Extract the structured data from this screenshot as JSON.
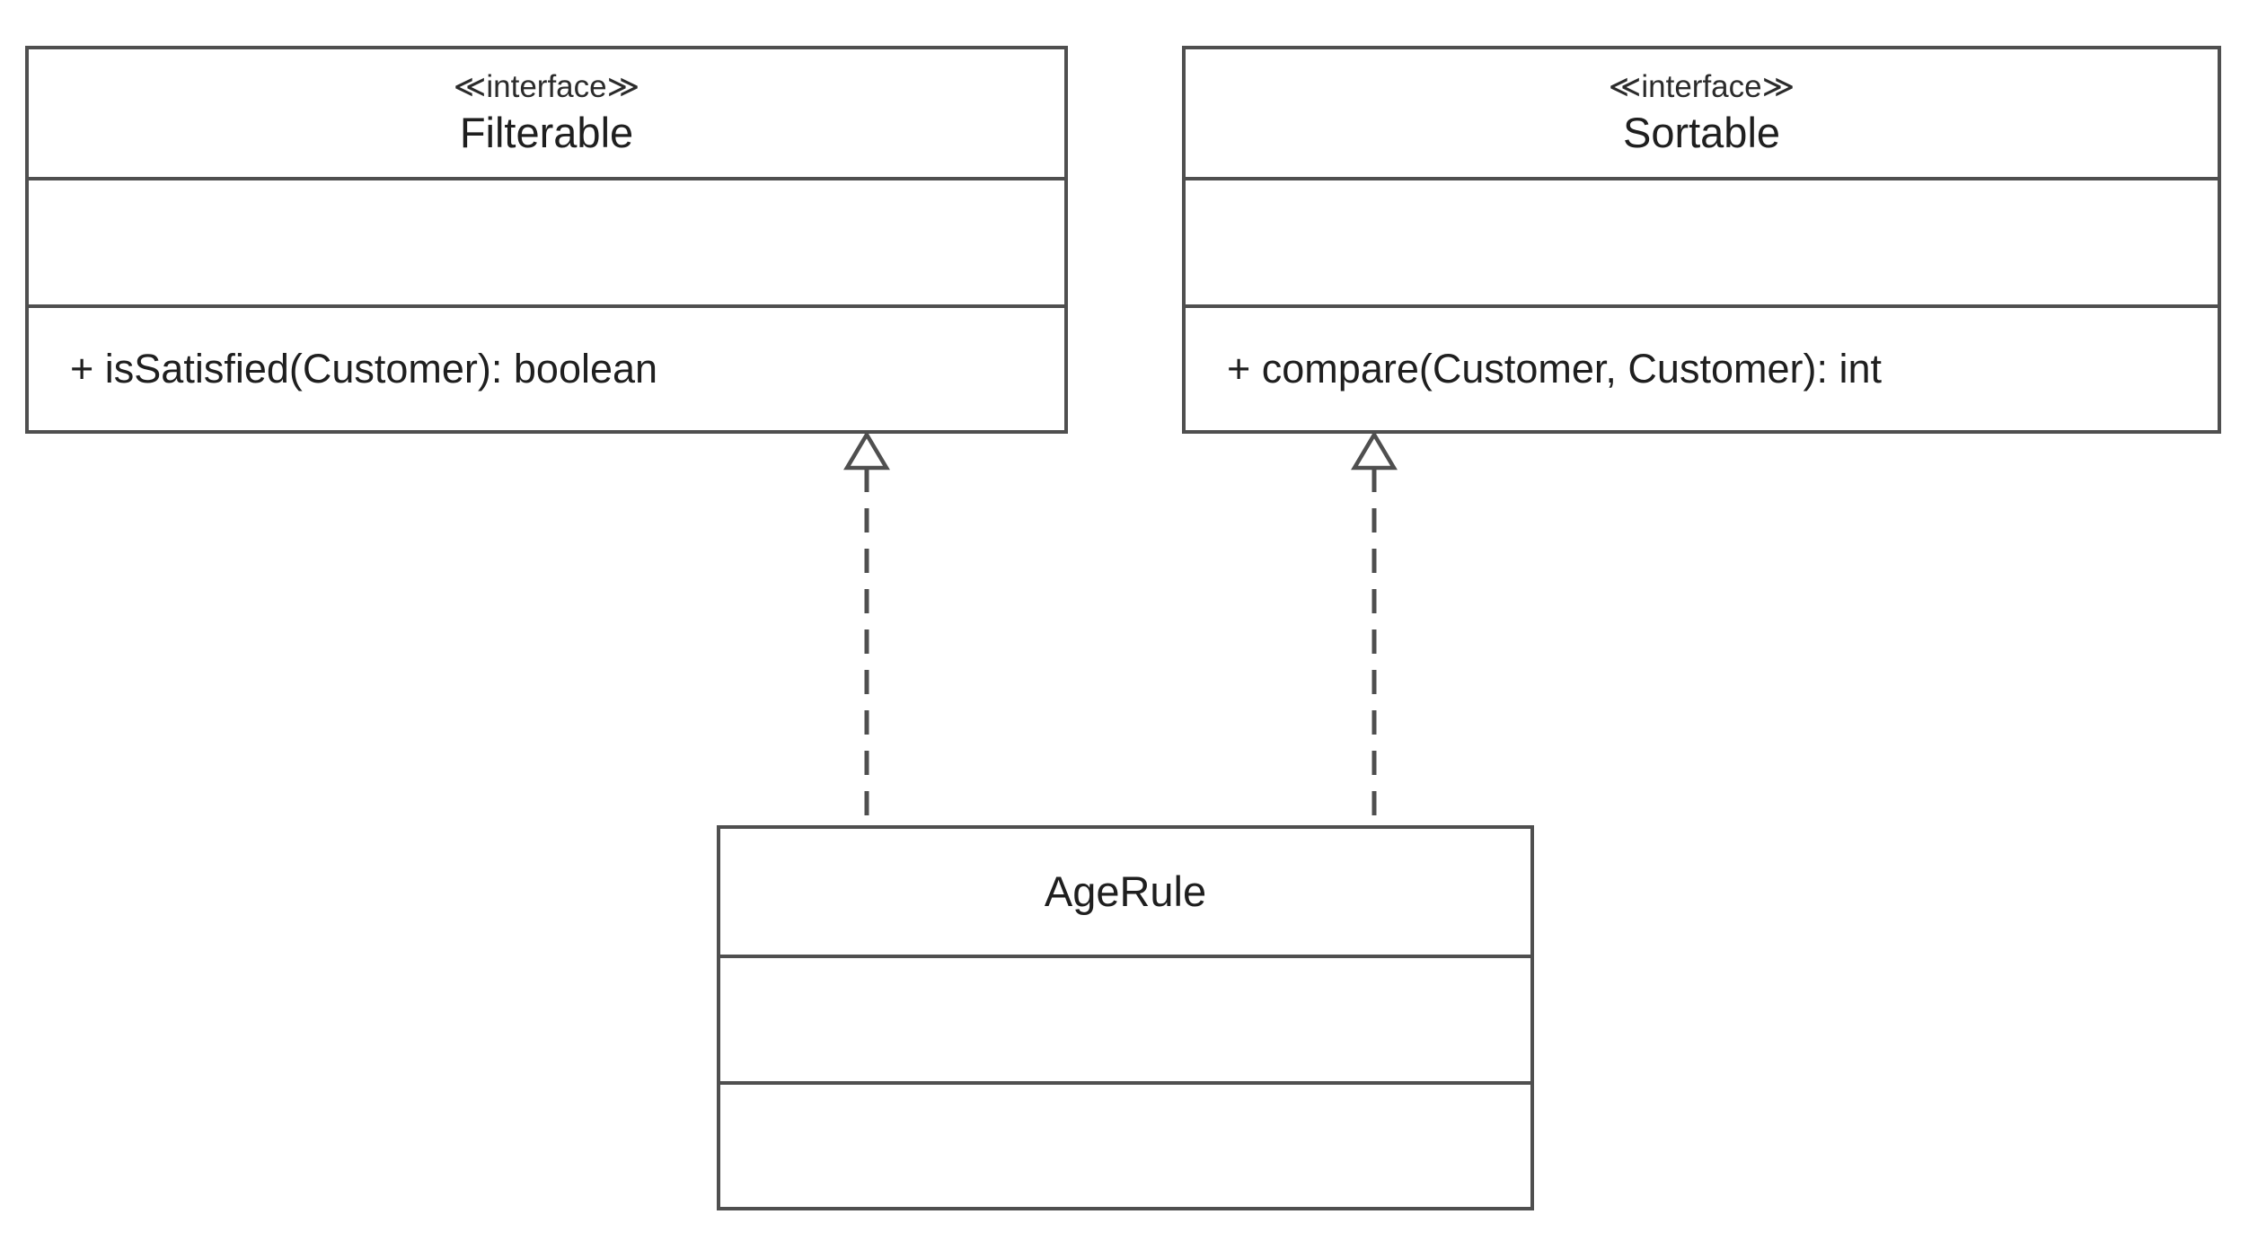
{
  "diagram": {
    "type": "uml-class-diagram",
    "colors": {
      "background": "#ffffff",
      "line": "#4f4f4f",
      "text": "#1f1f1f"
    },
    "interfaces": [
      {
        "stereotype": "≪interface≫",
        "name": "Filterable",
        "attributes": [],
        "methods": [
          "+ isSatisfied(Customer): boolean"
        ]
      },
      {
        "stereotype": "≪interface≫",
        "name": "Sortable",
        "attributes": [],
        "methods": [
          "+ compare(Customer, Customer): int"
        ]
      }
    ],
    "classes": [
      {
        "name": "AgeRule",
        "attributes": [],
        "methods": []
      }
    ],
    "relationships": [
      {
        "type": "realization",
        "from": "AgeRule",
        "to": "Filterable",
        "line_style": "dashed",
        "arrowhead": "hollow-triangle"
      },
      {
        "type": "realization",
        "from": "AgeRule",
        "to": "Sortable",
        "line_style": "dashed",
        "arrowhead": "hollow-triangle"
      }
    ]
  }
}
